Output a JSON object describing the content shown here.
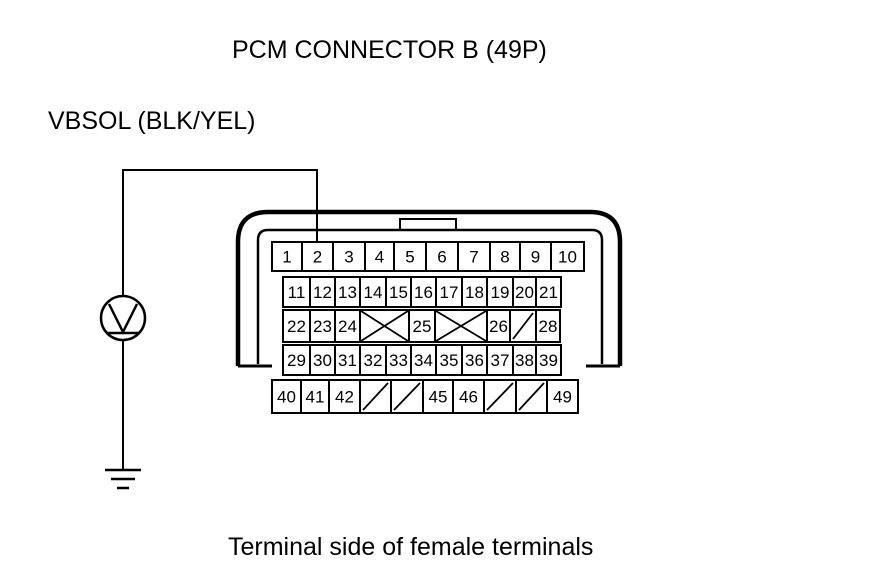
{
  "title": "PCM CONNECTOR B (49P)",
  "wire_label": "VBSOL (BLK/YEL)",
  "caption": "Terminal side of female terminals",
  "meter_icon": "voltmeter-icon",
  "ground_icon": "ground-icon",
  "rows": [
    [
      {
        "t": "1"
      },
      {
        "t": "2"
      },
      {
        "t": "3"
      },
      {
        "t": "4"
      },
      {
        "t": "5"
      },
      {
        "t": "6"
      },
      {
        "t": "7"
      },
      {
        "t": "8"
      },
      {
        "t": "9"
      },
      {
        "t": "10"
      }
    ],
    [
      {
        "t": "11"
      },
      {
        "t": "12"
      },
      {
        "t": "13"
      },
      {
        "t": "14"
      },
      {
        "t": "15"
      },
      {
        "t": "16"
      },
      {
        "t": "17"
      },
      {
        "t": "18"
      },
      {
        "t": "19"
      },
      {
        "t": "20"
      },
      {
        "t": "21"
      }
    ],
    [
      {
        "t": "22"
      },
      {
        "t": "23"
      },
      {
        "t": "24"
      },
      {
        "t": "",
        "mark": "x"
      },
      {
        "t": "25"
      },
      {
        "t": "",
        "mark": "x"
      },
      {
        "t": "26"
      },
      {
        "t": "",
        "mark": "slash"
      },
      {
        "t": "28"
      }
    ],
    [
      {
        "t": "29"
      },
      {
        "t": "30"
      },
      {
        "t": "31"
      },
      {
        "t": "32"
      },
      {
        "t": "33"
      },
      {
        "t": "34"
      },
      {
        "t": "35"
      },
      {
        "t": "36"
      },
      {
        "t": "37"
      },
      {
        "t": "38"
      },
      {
        "t": "39"
      }
    ],
    [
      {
        "t": "40"
      },
      {
        "t": "41"
      },
      {
        "t": "42"
      },
      {
        "t": "",
        "mark": "slash"
      },
      {
        "t": "",
        "mark": "slash"
      },
      {
        "t": "45"
      },
      {
        "t": "46"
      },
      {
        "t": "",
        "mark": "slash"
      },
      {
        "t": "",
        "mark": "slash"
      },
      {
        "t": "49"
      }
    ]
  ]
}
